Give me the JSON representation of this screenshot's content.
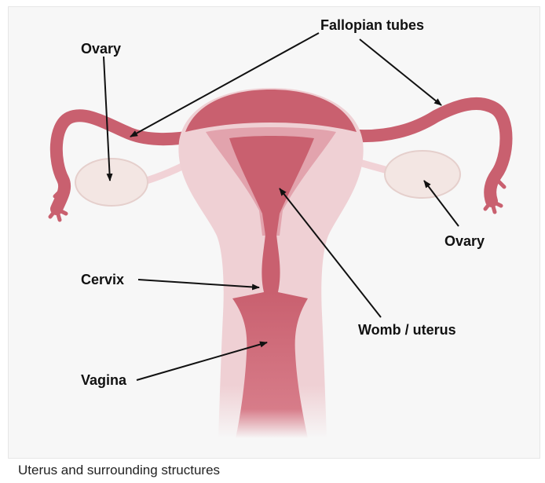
{
  "labels": {
    "fallopian_tubes": "Fallopian tubes",
    "ovary_left": "Ovary",
    "ovary_right": "Ovary",
    "cervix": "Cervix",
    "womb_uterus": "Womb / uterus",
    "vagina": "Vagina"
  },
  "caption": "Uterus and surrounding structures",
  "colors": {
    "tissue_dark": "#c9606f",
    "tissue_light": "#f1d2d6",
    "tissue_mid": "#e2a3ad",
    "ovary": "#f3e6e3",
    "background": "#f7f7f7",
    "arrow": "#111111"
  }
}
